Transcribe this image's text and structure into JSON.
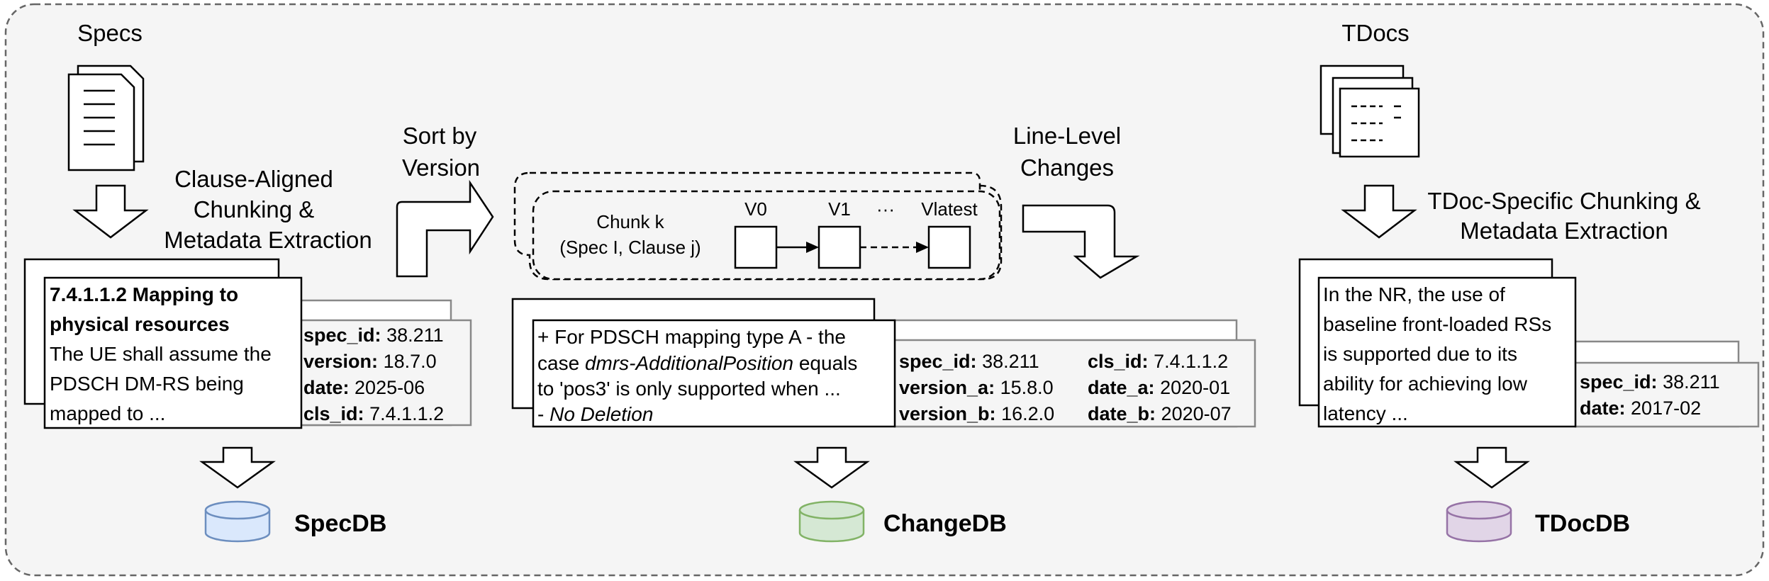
{
  "specs": {
    "title": "Specs",
    "step_label": [
      "Clause-Aligned",
      "Chunking &",
      "Metadata Extraction"
    ],
    "chunk_text": {
      "heading": [
        "7.4.1.1.2 Mapping to",
        "physical resources"
      ],
      "body": [
        "The UE shall assume the",
        "PDSCH DM-RS being",
        "mapped to ..."
      ]
    },
    "metadata": [
      {
        "key": "spec_id:",
        "value": "38.211"
      },
      {
        "key": "version:",
        "value": "18.7.0"
      },
      {
        "key": "date:",
        "value": "2025-06"
      },
      {
        "key": "cls_id:",
        "value": "7.4.1.1.2"
      }
    ],
    "db": {
      "name": "SpecDB",
      "color": "#dae8fc",
      "stroke": "#6c8ebf"
    }
  },
  "versions": {
    "sort_label": [
      "Sort by",
      "Version"
    ],
    "chunk_label": [
      "Chunk k",
      "(Spec I, Clause j)"
    ],
    "version_labels": [
      "V0",
      "V1",
      "Vlatest"
    ],
    "ellipsis": "···",
    "changes_label": [
      "Line-Level",
      "Changes"
    ]
  },
  "changes": {
    "chunk_text": {
      "line1": "+ For PDSCH mapping type A - the",
      "line2_prefix": "case ",
      "line2_italic": "dmrs-AdditionalPosition",
      "line2_suffix": " equals",
      "line3": "to 'pos3' is only supported when ...",
      "line4_prefix": "- ",
      "line4_italic": "No Deletion"
    },
    "metadata_left": [
      {
        "key": "spec_id:",
        "value": "38.211"
      },
      {
        "key": "version_a:",
        "value": "15.8.0"
      },
      {
        "key": "version_b:",
        "value": "16.2.0"
      }
    ],
    "metadata_right": [
      {
        "key": "cls_id:",
        "value": "7.4.1.1.2"
      },
      {
        "key": "date_a:",
        "value": "2020-01"
      },
      {
        "key": "date_b:",
        "value": "2020-07"
      }
    ],
    "db": {
      "name": "ChangeDB",
      "color": "#d5e8d4",
      "stroke": "#82b366"
    }
  },
  "tdocs": {
    "title": "TDocs",
    "step_label": [
      "TDoc-Specific Chunking &",
      "Metadata Extraction"
    ],
    "chunk_text": [
      "In the NR, the use of",
      "baseline front-loaded RSs",
      "is supported due to its",
      "ability for achieving low",
      "latency ..."
    ],
    "metadata": [
      {
        "key": "spec_id:",
        "value": "38.211"
      },
      {
        "key": "date:",
        "value": "2017-02"
      }
    ],
    "db": {
      "name": "TDocDB",
      "color": "#e1d5e7",
      "stroke": "#9673a6"
    }
  }
}
